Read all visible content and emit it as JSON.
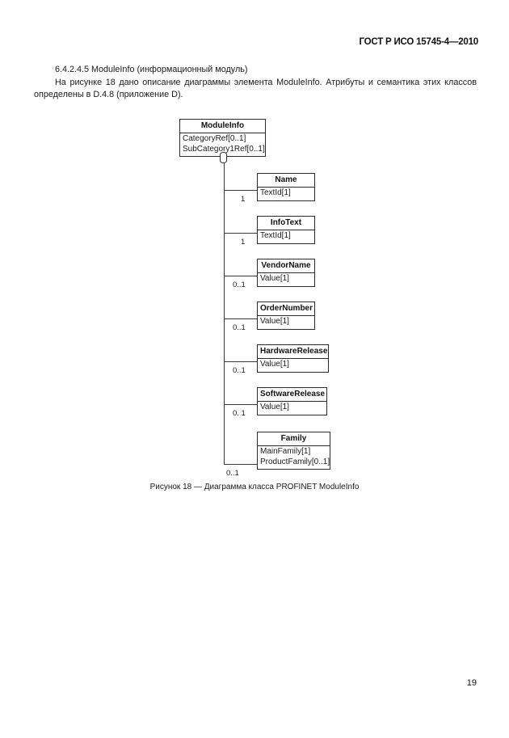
{
  "document": {
    "header_standard": "ГОСТ Р ИСО 15745-4—2010",
    "page_number": "19"
  },
  "content": {
    "clause_title": "6.4.2.4.5  ModuleInfo (информационный модуль)",
    "paragraph": "На рисунке 18 дано описание диаграммы элемента ModuleInfo. Атрибуты и семантика этих классов определены в D.4.8 (приложение D).",
    "figure_caption": "Рисунок 18 — Диаграмма класса PROFINET ModuleInfo"
  },
  "diagram": {
    "type": "uml-class-diagram",
    "root": {
      "name": "ModuleInfo",
      "attributes": [
        "CategoryRef[0..1]",
        "SubCategory1Ref[0..1]"
      ],
      "aggregation_marker": "diamond"
    },
    "classes": [
      {
        "name": "Name",
        "attributes": [
          "TextId[1]"
        ],
        "multiplicity": "1"
      },
      {
        "name": "InfoText",
        "attributes": [
          "TextId[1]"
        ],
        "multiplicity": "1"
      },
      {
        "name": "VendorName",
        "attributes": [
          "Value[1]"
        ],
        "multiplicity": "0..1"
      },
      {
        "name": "OrderNumber",
        "attributes": [
          "Value[1]"
        ],
        "multiplicity": "0..1"
      },
      {
        "name": "HardwareRelease",
        "attributes": [
          "Value[1]"
        ],
        "multiplicity": "0..1"
      },
      {
        "name": "SoftwareRelease",
        "attributes": [
          "Value[1]"
        ],
        "multiplicity": "0. 1"
      },
      {
        "name": "Family",
        "attributes": [
          "MainFamily[1]",
          "ProductFamily[0..1]"
        ],
        "multiplicity": "0..1"
      }
    ]
  }
}
